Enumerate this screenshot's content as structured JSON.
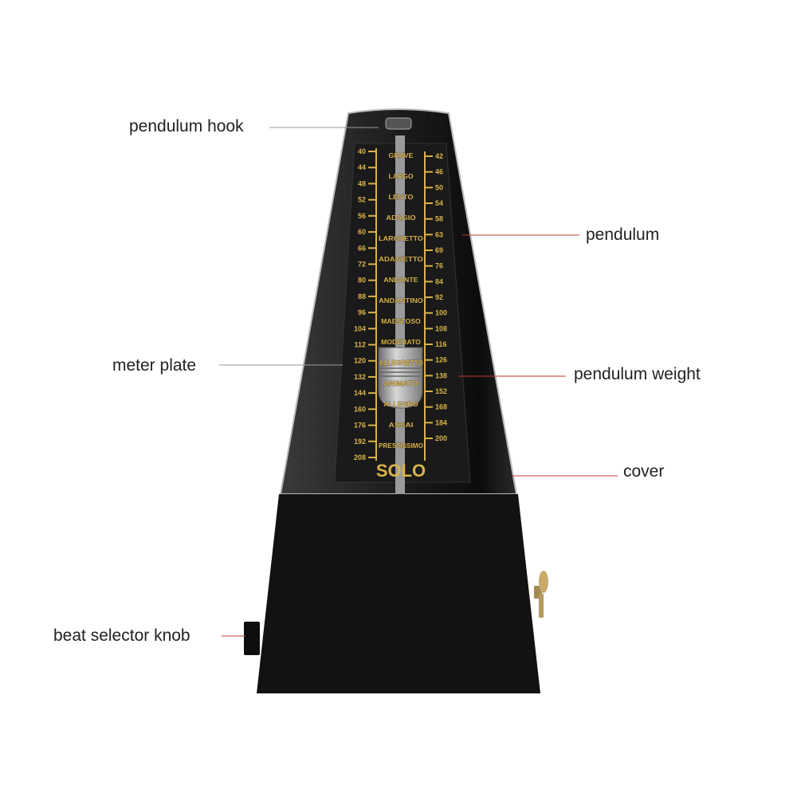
{
  "callouts": {
    "pendulum_hook": "pendulum hook",
    "pendulum": "pendulum",
    "meter_plate": "meter plate",
    "pendulum_weight": "pendulum weight",
    "cover": "cover",
    "beat_selector_knob": "beat selector knob"
  },
  "meter": {
    "left_scale": [
      "40",
      "44",
      "48",
      "52",
      "56",
      "60",
      "66",
      "72",
      "80",
      "88",
      "96",
      "104",
      "112",
      "120",
      "132",
      "144",
      "160",
      "176",
      "192",
      "208"
    ],
    "right_scale": [
      "42",
      "46",
      "50",
      "54",
      "58",
      "63",
      "69",
      "76",
      "84",
      "92",
      "100",
      "108",
      "116",
      "126",
      "138",
      "152",
      "168",
      "184",
      "200"
    ],
    "tempo_names": [
      "GRAVE",
      "LARGO",
      "LENTO",
      "ADAGIO",
      "LARGHETTO",
      "ADAGIETTO",
      "ANDANTE",
      "ANDANTINO",
      "MAESTOSO",
      "MODERATO",
      "ALLEGRETTO",
      "ANIMATO",
      "ALLEGRO",
      "ASSAI",
      "PRESTISSIMO"
    ],
    "brand": "SOLO"
  },
  "colors": {
    "body": "#121212",
    "scale": "#d9b24a",
    "leader": "#c0392b",
    "pendulum": "#9a9a9a"
  }
}
